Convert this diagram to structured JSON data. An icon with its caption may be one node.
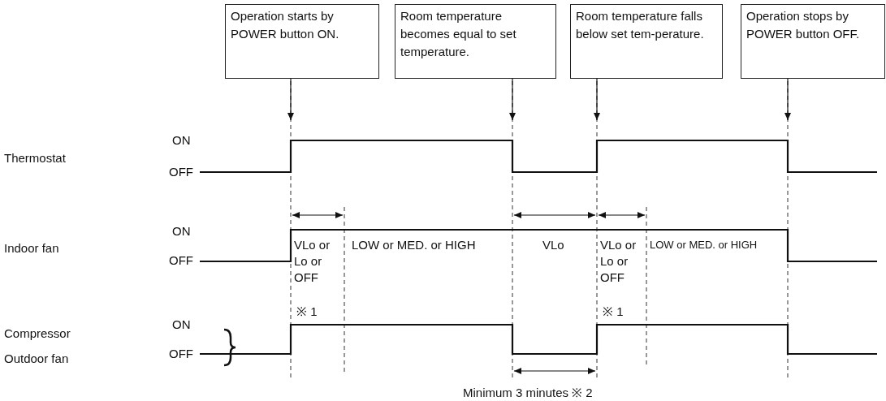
{
  "diagram": {
    "nodes": [
      {
        "text": [
          "Operation starts by POWER button ON."
        ]
      },
      {
        "text": [
          "Room temperature becomes equal to set temperature."
        ]
      },
      {
        "text": [
          "Room temperature falls below set tem-perature."
        ]
      },
      {
        "text": [
          "Operation stops by POWER button OFF."
        ]
      }
    ],
    "edges": [
      {
        "from": 0,
        "to": null,
        "arrow": "to"
      },
      {
        "from": 1,
        "to": null,
        "arrow": "to"
      },
      {
        "from": 2,
        "to": null,
        "arrow": "to"
      },
      {
        "from": 3,
        "to": null,
        "arrow": "to"
      }
    ],
    "labels": [
      "Thermostat",
      "ON",
      "OFF",
      "Indoor fan",
      "ON",
      "OFF",
      "VLo or Lo or OFF",
      "LOW or MED. or HIGH",
      "VLo",
      "VLo or Lo or OFF",
      "LOW or MED. or HIGH",
      "Compressor",
      "Outdoor fan",
      "ON",
      "OFF",
      "※ 1",
      "※ 1",
      "Minimum 3 minutes ※ 2"
    ]
  }
}
